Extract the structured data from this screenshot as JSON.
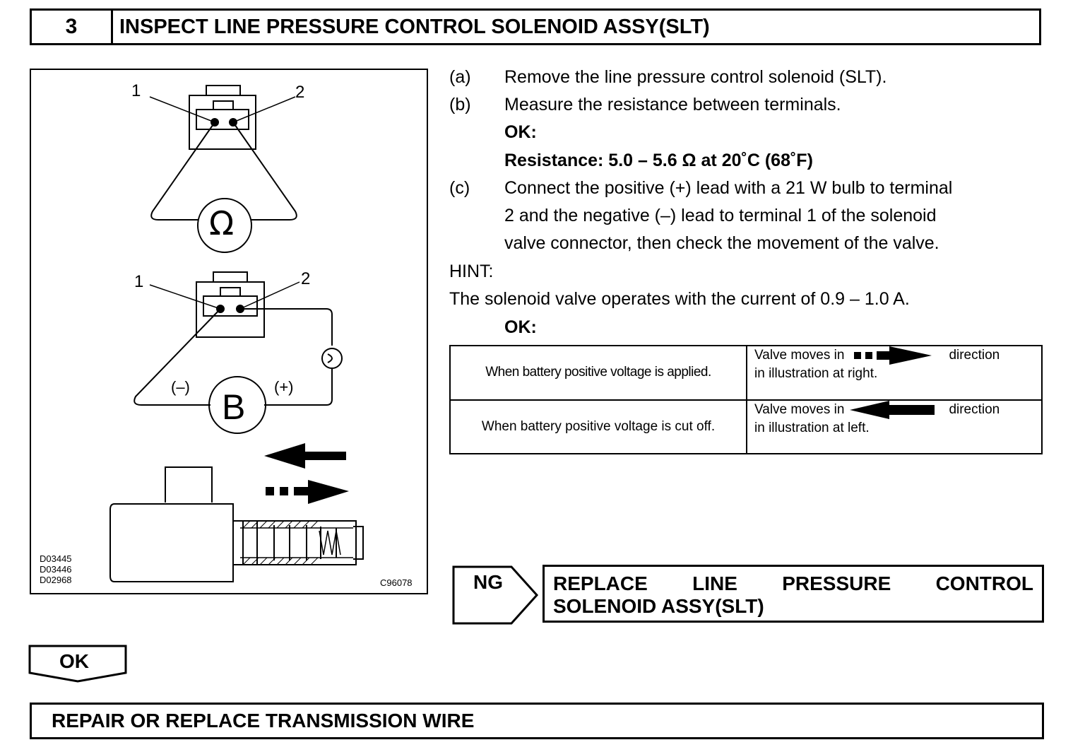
{
  "header": {
    "step_number": "3",
    "title": "INSPECT LINE PRESSURE CONTROL SOLENOID ASSY(SLT)"
  },
  "figure": {
    "terminal_1": "1",
    "terminal_2": "2",
    "ohm_symbol": "Ω",
    "battery_symbol": "B",
    "negative_label": "(–)",
    "positive_label": "(+)",
    "ref_codes": [
      "D03445",
      "D03446",
      "D02968"
    ],
    "illustration_code": "C96078"
  },
  "steps": [
    {
      "mark": "(a)",
      "text": "Remove the line pressure control solenoid (SLT)."
    },
    {
      "mark": "(b)",
      "text": "Measure the resistance between terminals."
    },
    {
      "mark": "(c)",
      "lines": [
        "Connect the positive (+) lead with a 21 W bulb to terminal",
        "2 and the negative (–) lead to terminal 1 of the solenoid",
        "valve connector, then check the movement of the valve."
      ]
    }
  ],
  "ok_label_1": "OK:",
  "resistance_spec": "Resistance: 5.0 – 5.6 Ω at 20˚C (68˚F)",
  "hint_label": "HINT:",
  "hint_text": "The solenoid valve operates with the current of 0.9 – 1.0 A.",
  "ok_label_2": "OK:",
  "ok_table": [
    {
      "condition": "When battery positive voltage is applied.",
      "result_pre": "Valve moves in",
      "result_post": "direction",
      "result_line2": "in illustration at right."
    },
    {
      "condition": "When battery positive voltage is cut off.",
      "result_pre": "Valve moves in",
      "result_post": "direction",
      "result_line2": "in illustration at left."
    }
  ],
  "ng": {
    "label": "NG",
    "action_line1_words": [
      "REPLACE",
      "LINE",
      "PRESSURE",
      "CONTROL"
    ],
    "action_line2": "SOLENOID ASSY(SLT)"
  },
  "ok_tab": "OK",
  "final_action": "REPAIR OR REPLACE TRANSMISSION WIRE"
}
